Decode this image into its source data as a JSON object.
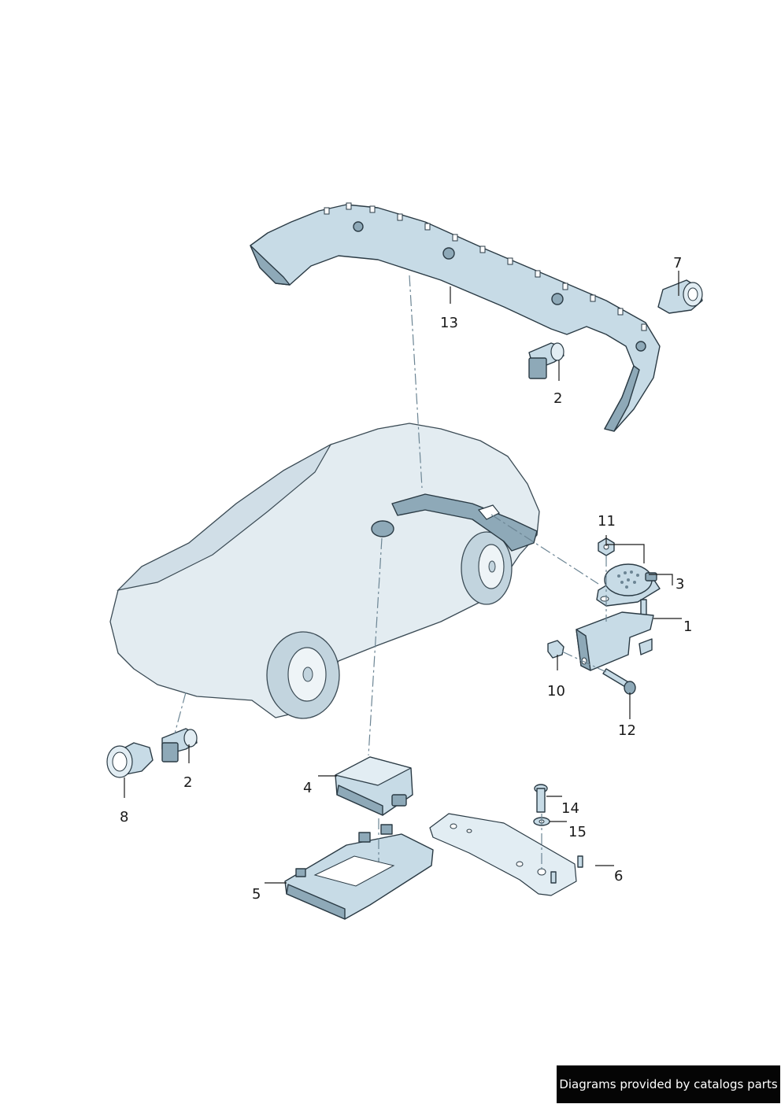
{
  "callouts": {
    "c1": "1",
    "c2a": "2",
    "c2b": "2",
    "c3": "3",
    "c4": "4",
    "c5": "5",
    "c6": "6",
    "c7": "7",
    "c8": "8",
    "c10": "10",
    "c11": "11",
    "c12": "12",
    "c13": "13",
    "c14": "14",
    "c15": "15"
  },
  "credit": "Diagrams provided by catalogs parts",
  "colors": {
    "part_fill": "#c7dbe6",
    "outline": "#2a3a44",
    "credit_bg": "#050505",
    "credit_text": "#ffffff"
  }
}
